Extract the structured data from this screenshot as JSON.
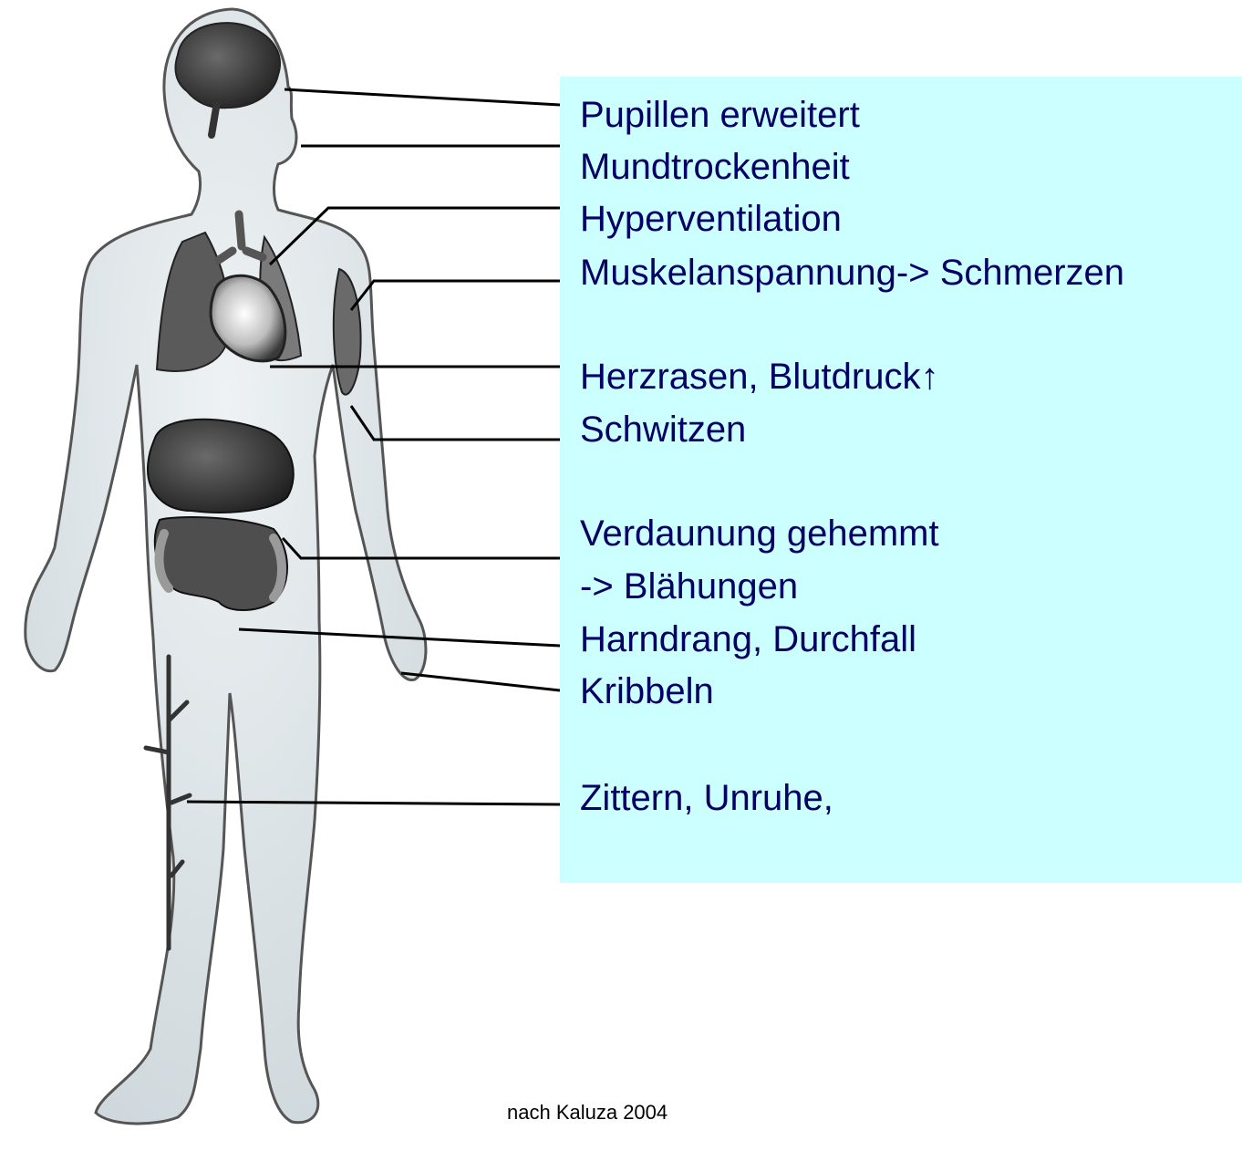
{
  "symptoms": [
    {
      "id": "pupils",
      "text": "Pupillen erweitert"
    },
    {
      "id": "mouth",
      "text": "Mundtrockenheit"
    },
    {
      "id": "breathing",
      "text": "Hyperventilation"
    },
    {
      "id": "muscle",
      "text": "Muskelanspannung-> Schmerzen"
    },
    {
      "id": "heart",
      "text": "Herzrasen, Blutdruck↑"
    },
    {
      "id": "sweat",
      "text": "Schwitzen"
    },
    {
      "id": "digestion",
      "text": "Verdaunung gehemmt"
    },
    {
      "id": "bloating",
      "text": "-> Blähungen"
    },
    {
      "id": "bladder",
      "text": "Harndrang, Durchfall"
    },
    {
      "id": "tingling",
      "text": "Kribbeln"
    },
    {
      "id": "tremor",
      "text": "Zittern, Unruhe,"
    }
  ],
  "source": "nach Kaluza 2004",
  "colors": {
    "box": "#ccffff",
    "text": "#000066",
    "body": "#dde6ea",
    "organ": "#2c2c2c"
  }
}
